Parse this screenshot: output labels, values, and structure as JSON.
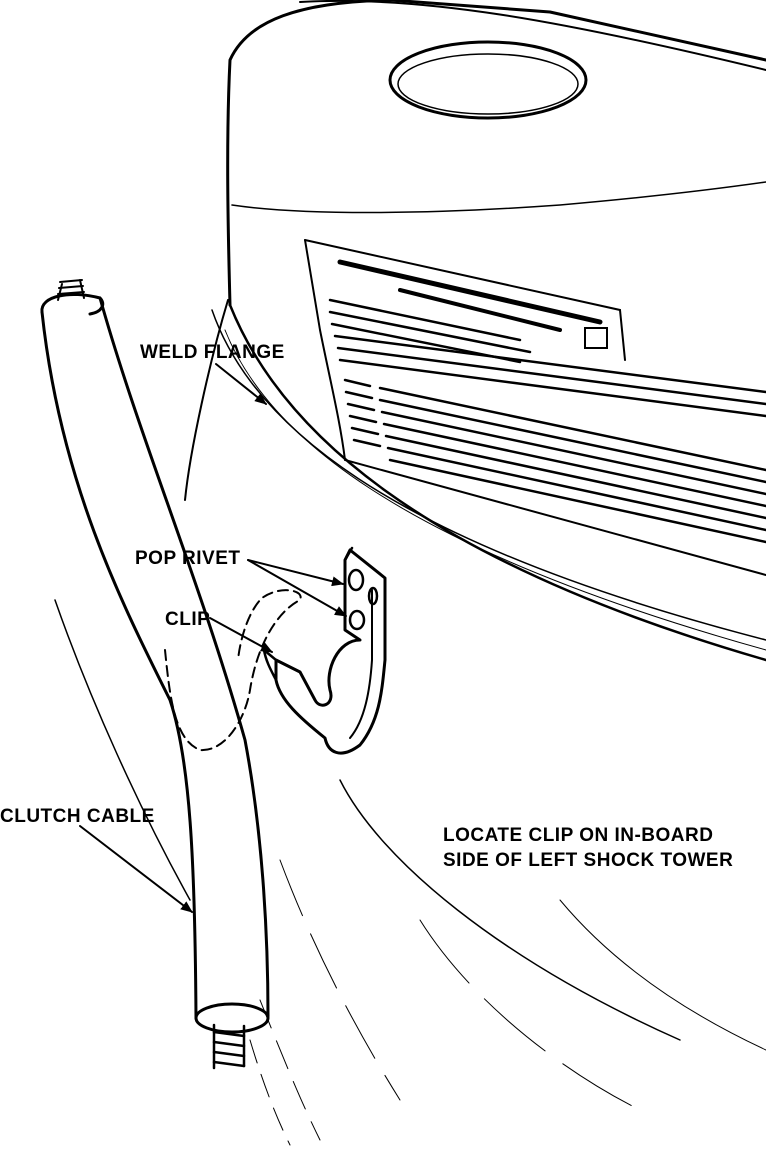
{
  "labels": {
    "weld_flange": "WELD FLANGE",
    "pop_rivet": "POP RIVET",
    "clip": "CLIP",
    "clutch_cable": "CLUTCH CABLE"
  },
  "note": {
    "line1": "LOCATE CLIP ON IN-BOARD",
    "line2": "SIDE OF LEFT SHOCK TOWER"
  }
}
